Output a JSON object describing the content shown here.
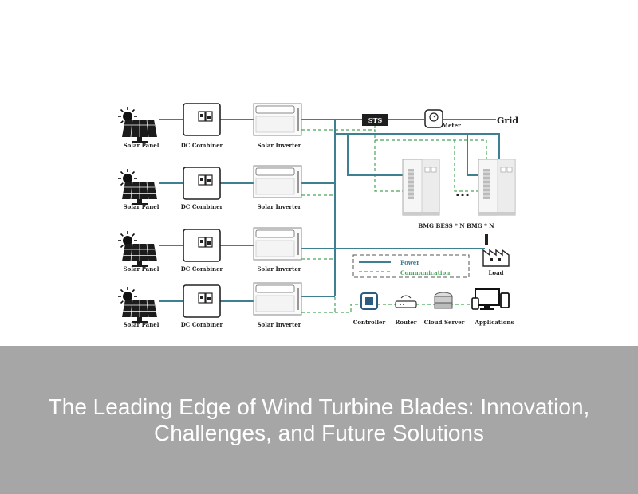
{
  "diagram": {
    "solar_panel_label": "Solar Panel",
    "dc_combiner_label": "DC Combiner",
    "solar_inverter_label": "Solar Inverter",
    "sts_label": "STS",
    "meter_label": "Meter",
    "grid_label": "Grid",
    "bess_label": "BMG BESS * N BMG  * N",
    "ellipsis": "...",
    "load_label": "Load",
    "legend": {
      "power_label": "Power",
      "communication_label": "Communication"
    },
    "controller_label": "Controller",
    "router_label": "Router",
    "cloud_server_label": "Cloud Server",
    "applications_label": "Applications",
    "colors": {
      "power": "#3f7f92",
      "communication": "#4aa35a",
      "sts_fill": "#1e1e1e"
    }
  },
  "caption": {
    "title": "The Leading Edge of Wind Turbine Blades: Innovation, Challenges, and Future Solutions"
  }
}
